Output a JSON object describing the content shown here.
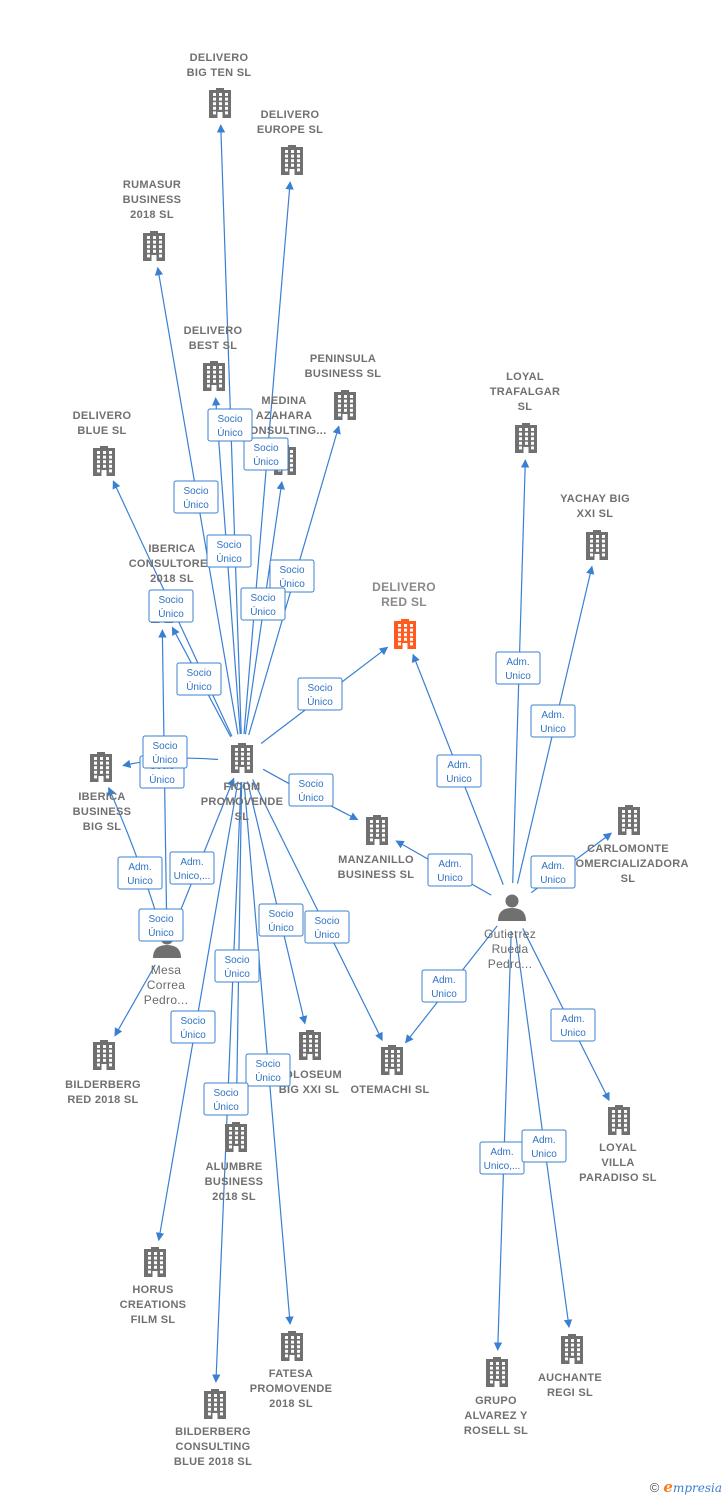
{
  "colors": {
    "edge": "#3a80d2",
    "company_icon": "#707070",
    "focus_icon": "#ff5a1f",
    "person_icon": "#707070",
    "label_text": "#707070"
  },
  "nodes": [
    {
      "id": "delivero-big-ten",
      "type": "company",
      "lines": [
        "DELIVERO",
        "BIG TEN  SL"
      ]
    },
    {
      "id": "delivero-europe",
      "type": "company",
      "lines": [
        "DELIVERO",
        "EUROPE  SL"
      ]
    },
    {
      "id": "rumasur",
      "type": "company",
      "lines": [
        "RUMASUR",
        "BUSINESS",
        "2018  SL"
      ]
    },
    {
      "id": "delivero-best",
      "type": "company",
      "lines": [
        "DELIVERO",
        "BEST  SL"
      ]
    },
    {
      "id": "peninsula",
      "type": "company",
      "lines": [
        "PENINSULA",
        "BUSINESS  SL"
      ]
    },
    {
      "id": "medina",
      "type": "company",
      "lines": [
        "MEDINA",
        "AZAHARA",
        "CONSULTING..."
      ]
    },
    {
      "id": "loyal-trafalgar",
      "type": "company",
      "lines": [
        "LOYAL",
        "TRAFALGAR",
        "SL"
      ]
    },
    {
      "id": "delivero-blue",
      "type": "company",
      "lines": [
        "DELIVERO",
        "BLUE  SL"
      ]
    },
    {
      "id": "yachay",
      "type": "company",
      "lines": [
        "YACHAY BIG",
        "XXI  SL"
      ]
    },
    {
      "id": "iberica-consultores",
      "type": "company",
      "lines": [
        "IBERICA",
        "CONSULTORES",
        "2018  SL"
      ]
    },
    {
      "id": "delivero-red",
      "type": "focus",
      "lines": [
        "DELIVERO",
        "RED  SL"
      ]
    },
    {
      "id": "ficom",
      "type": "company",
      "lines": [
        "FICOM",
        "PROMOVENDE",
        "SL"
      ]
    },
    {
      "id": "iberica-big",
      "type": "company",
      "lines": [
        "IBERICA",
        "BUSINESS",
        "BIG  SL"
      ]
    },
    {
      "id": "carlomonte",
      "type": "company",
      "lines": [
        "CARLOMONTE",
        "COMERCIALIZADORA",
        "SL"
      ]
    },
    {
      "id": "manzanillo",
      "type": "company",
      "lines": [
        "MANZANILLO",
        "BUSINESS  SL"
      ]
    },
    {
      "id": "gutierrez",
      "type": "person",
      "lines": [
        "Gutierrez",
        "Rueda",
        "Pedro..."
      ]
    },
    {
      "id": "mesa",
      "type": "person",
      "lines": [
        "Mesa",
        "Correa",
        "Pedro..."
      ]
    },
    {
      "id": "bilderberg-red",
      "type": "company",
      "lines": [
        "BILDERBERG",
        "RED 2018  SL"
      ]
    },
    {
      "id": "coloseum",
      "type": "company",
      "lines": [
        "COLOSEUM",
        "BIG XXI  SL"
      ]
    },
    {
      "id": "otemachi",
      "type": "company",
      "lines": [
        "OTEMACHI  SL"
      ]
    },
    {
      "id": "loyal-villa",
      "type": "company",
      "lines": [
        "LOYAL",
        "VILLA",
        "PARADISO  SL"
      ]
    },
    {
      "id": "alumbre",
      "type": "company",
      "lines": [
        "ALUMBRE",
        "BUSINESS",
        "2018  SL"
      ]
    },
    {
      "id": "horus",
      "type": "company",
      "lines": [
        "HORUS",
        "CREATIONS",
        "FILM  SL"
      ]
    },
    {
      "id": "fatesa",
      "type": "company",
      "lines": [
        "FATESA",
        "PROMOVENDE",
        "2018  SL"
      ]
    },
    {
      "id": "grupo-alvarez",
      "type": "company",
      "lines": [
        "GRUPO",
        "ALVAREZ Y",
        "ROSELL  SL"
      ]
    },
    {
      "id": "auchante",
      "type": "company",
      "lines": [
        "AUCHANTE",
        "REGI  SL"
      ]
    },
    {
      "id": "bilderberg-consulting",
      "type": "company",
      "lines": [
        "BILDERBERG",
        "CONSULTING",
        "BLUE 2018  SL"
      ]
    }
  ],
  "edges": [
    {
      "from": "ficom",
      "to": "delivero-big-ten",
      "label": [
        "Socio",
        "Único"
      ]
    },
    {
      "from": "ficom",
      "to": "delivero-europe",
      "label": [
        "Socio",
        "Único"
      ]
    },
    {
      "from": "ficom",
      "to": "rumasur",
      "label": [
        "Socio",
        "Único"
      ]
    },
    {
      "from": "ficom",
      "to": "delivero-best",
      "label": [
        "Socio",
        "Único"
      ]
    },
    {
      "from": "ficom",
      "to": "peninsula",
      "label": [
        "Socio",
        "Único"
      ]
    },
    {
      "from": "ficom",
      "to": "medina",
      "label": [
        "Socio",
        "Único"
      ]
    },
    {
      "from": "ficom",
      "to": "delivero-blue",
      "label": [
        "Socio",
        "Único"
      ]
    },
    {
      "from": "ficom",
      "to": "iberica-consultores",
      "label": [
        "Socio",
        "Único"
      ]
    },
    {
      "from": "ficom",
      "to": "delivero-red",
      "label": [
        "Socio",
        "Único"
      ]
    },
    {
      "from": "ficom",
      "to": "iberica-big",
      "label": [
        "Socio",
        "Único"
      ]
    },
    {
      "from": "ficom",
      "to": "manzanillo",
      "label": [
        "Socio",
        "Único"
      ]
    },
    {
      "from": "ficom",
      "to": "coloseum",
      "label": [
        "Socio",
        "Único"
      ]
    },
    {
      "from": "ficom",
      "to": "otemachi",
      "label": [
        "Socio",
        "Único"
      ]
    },
    {
      "from": "ficom",
      "to": "alumbre",
      "label": [
        "Socio",
        "Único"
      ]
    },
    {
      "from": "ficom",
      "to": "horus",
      "label": [
        "Socio",
        "Único"
      ]
    },
    {
      "from": "ficom",
      "to": "fatesa",
      "label": [
        "Socio",
        "Único"
      ]
    },
    {
      "from": "ficom",
      "to": "bilderberg-consulting",
      "label": [
        "Socio",
        "Único"
      ]
    },
    {
      "from": "mesa",
      "to": "iberica-consultores",
      "label": [
        "Socio",
        "Único"
      ]
    },
    {
      "from": "mesa",
      "to": "ficom",
      "label": [
        "Adm.",
        "Unico,..."
      ]
    },
    {
      "from": "mesa",
      "to": "iberica-big",
      "label": [
        "Adm.",
        "Unico"
      ]
    },
    {
      "from": "mesa",
      "to": "bilderberg-red",
      "label": [
        "Socio",
        "Único"
      ]
    },
    {
      "from": "gutierrez",
      "to": "loyal-trafalgar",
      "label": [
        "Adm.",
        "Unico"
      ]
    },
    {
      "from": "gutierrez",
      "to": "yachay",
      "label": [
        "Adm.",
        "Unico"
      ]
    },
    {
      "from": "gutierrez",
      "to": "delivero-red",
      "label": [
        "Adm.",
        "Unico"
      ]
    },
    {
      "from": "gutierrez",
      "to": "carlomonte",
      "label": [
        "Adm.",
        "Unico"
      ]
    },
    {
      "from": "gutierrez",
      "to": "manzanillo",
      "label": [
        "Adm.",
        "Unico"
      ]
    },
    {
      "from": "gutierrez",
      "to": "otemachi",
      "label": [
        "Adm.",
        "Unico"
      ]
    },
    {
      "from": "gutierrez",
      "to": "loyal-villa",
      "label": [
        "Adm.",
        "Unico"
      ]
    },
    {
      "from": "gutierrez",
      "to": "grupo-alvarez",
      "label": [
        "Adm.",
        "Unico,..."
      ]
    },
    {
      "from": "gutierrez",
      "to": "auchante",
      "label": [
        "Adm.",
        "Unico"
      ]
    }
  ],
  "footer": {
    "copyright": "©",
    "brand_initial": "e",
    "brand_rest": "mpresia"
  }
}
